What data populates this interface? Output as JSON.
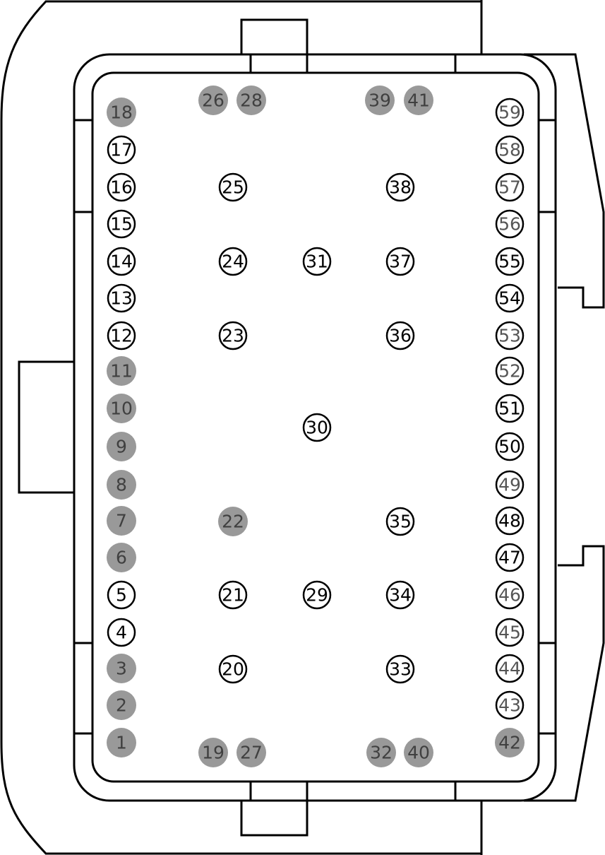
{
  "colors": {
    "outline": "#000000",
    "background": "#ffffff",
    "pin_empty_fill": "#999999",
    "pin_empty_text": "#404040",
    "pin_used_fill": "#ffffff",
    "pin_used_text": "#000000",
    "pin_used_alt_text": "#555555"
  },
  "pins": [
    {
      "label": "1",
      "style": "empty"
    },
    {
      "label": "2",
      "style": "empty"
    },
    {
      "label": "3",
      "style": "empty"
    },
    {
      "label": "4",
      "style": "used"
    },
    {
      "label": "5",
      "style": "used"
    },
    {
      "label": "6",
      "style": "empty"
    },
    {
      "label": "7",
      "style": "empty"
    },
    {
      "label": "8",
      "style": "empty"
    },
    {
      "label": "9",
      "style": "empty"
    },
    {
      "label": "10",
      "style": "empty"
    },
    {
      "label": "11",
      "style": "empty"
    },
    {
      "label": "12",
      "style": "used"
    },
    {
      "label": "13",
      "style": "used"
    },
    {
      "label": "14",
      "style": "used"
    },
    {
      "label": "15",
      "style": "used"
    },
    {
      "label": "16",
      "style": "used"
    },
    {
      "label": "17",
      "style": "used"
    },
    {
      "label": "18",
      "style": "empty"
    },
    {
      "label": "19",
      "style": "empty"
    },
    {
      "label": "20",
      "style": "used"
    },
    {
      "label": "21",
      "style": "used"
    },
    {
      "label": "22",
      "style": "empty"
    },
    {
      "label": "23",
      "style": "used"
    },
    {
      "label": "24",
      "style": "used"
    },
    {
      "label": "25",
      "style": "used"
    },
    {
      "label": "26",
      "style": "empty"
    },
    {
      "label": "27",
      "style": "empty"
    },
    {
      "label": "28",
      "style": "empty"
    },
    {
      "label": "29",
      "style": "used"
    },
    {
      "label": "30",
      "style": "used"
    },
    {
      "label": "31",
      "style": "used"
    },
    {
      "label": "32",
      "style": "empty"
    },
    {
      "label": "33",
      "style": "used"
    },
    {
      "label": "34",
      "style": "used"
    },
    {
      "label": "35",
      "style": "used"
    },
    {
      "label": "36",
      "style": "used"
    },
    {
      "label": "37",
      "style": "used"
    },
    {
      "label": "38",
      "style": "used"
    },
    {
      "label": "39",
      "style": "empty"
    },
    {
      "label": "40",
      "style": "empty"
    },
    {
      "label": "41",
      "style": "empty"
    },
    {
      "label": "42",
      "style": "empty"
    },
    {
      "label": "43",
      "style": "used-alt"
    },
    {
      "label": "44",
      "style": "used-alt"
    },
    {
      "label": "45",
      "style": "used-alt"
    },
    {
      "label": "46",
      "style": "used-alt"
    },
    {
      "label": "47",
      "style": "used"
    },
    {
      "label": "48",
      "style": "used"
    },
    {
      "label": "49",
      "style": "used-alt"
    },
    {
      "label": "50",
      "style": "used"
    },
    {
      "label": "51",
      "style": "used"
    },
    {
      "label": "52",
      "style": "used-alt"
    },
    {
      "label": "53",
      "style": "used-alt"
    },
    {
      "label": "54",
      "style": "used"
    },
    {
      "label": "55",
      "style": "used"
    },
    {
      "label": "56",
      "style": "used-alt"
    },
    {
      "label": "57",
      "style": "used-alt"
    },
    {
      "label": "58",
      "style": "used-alt"
    },
    {
      "label": "59",
      "style": "used-alt"
    }
  ]
}
